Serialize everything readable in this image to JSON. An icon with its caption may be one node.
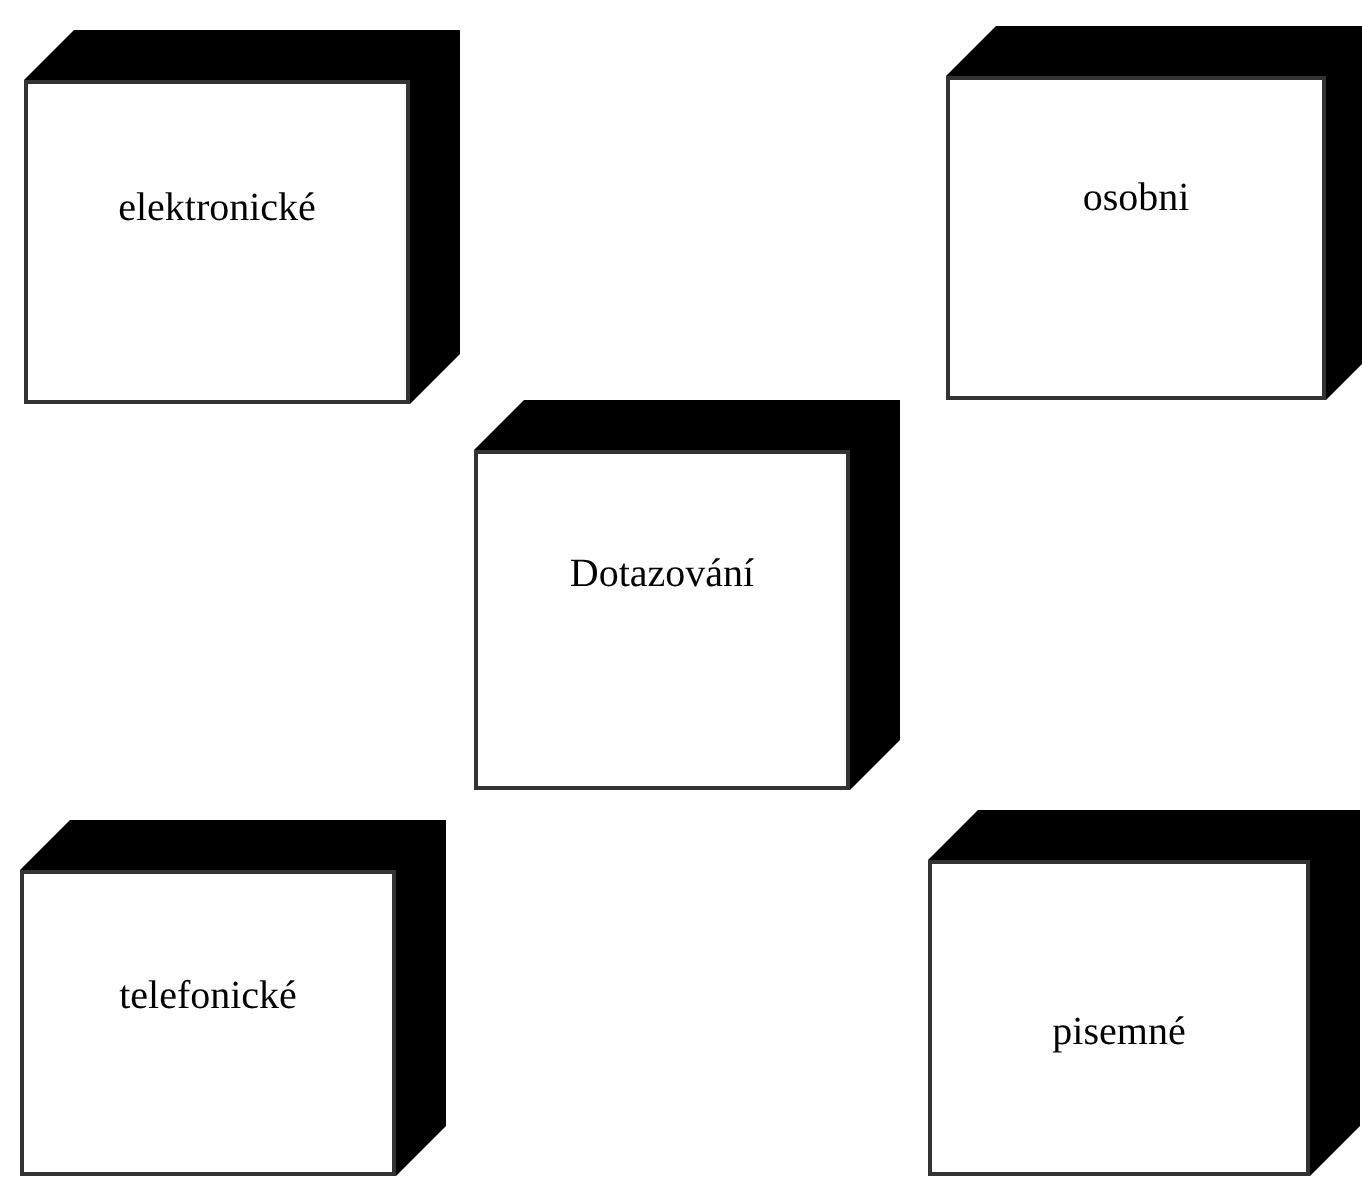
{
  "diagram": {
    "nodes": [
      {
        "text": [
          "elektronické"
        ]
      },
      {
        "text": [
          "osobni"
        ]
      },
      {
        "text": [
          "Dotazování"
        ]
      },
      {
        "text": [
          "telefonické"
        ]
      },
      {
        "text": [
          "pisemné"
        ]
      }
    ],
    "edges": []
  }
}
